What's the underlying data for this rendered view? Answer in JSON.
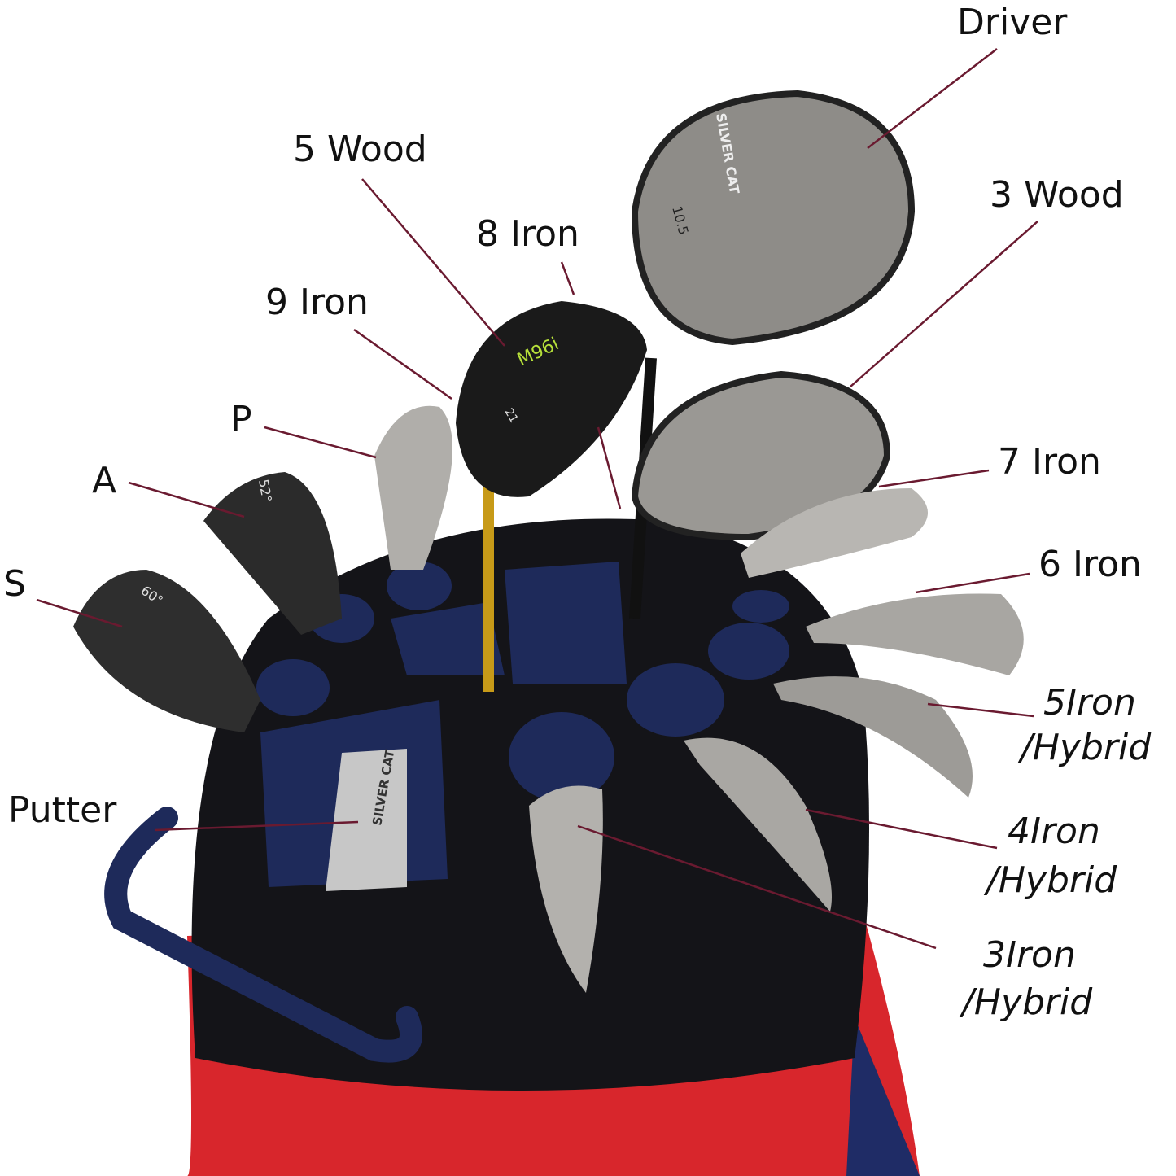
{
  "labels": {
    "driver": "Driver",
    "wood5": "5 Wood",
    "iron8": "8 Iron",
    "wood3": "3 Wood",
    "iron9": "9 Iron",
    "p": "P",
    "iron7": "7 Iron",
    "a": "A",
    "iron6": "6 Iron",
    "s": "S",
    "iron5_line1": "5Iron",
    "iron5_line2": "/Hybrid",
    "putter": "Putter",
    "iron4_line1": "4Iron",
    "iron4_line2": "/Hybrid",
    "iron3_line1": "3Iron",
    "iron3_line2": "/Hybrid"
  },
  "club_markings": {
    "driver_loft": "10.5",
    "driver_brand": "SILVER CAT",
    "wood5_model": "M96i",
    "wood5_loft": "21",
    "putter_brand": "SILVER CAT",
    "wedge_s_loft": "60°",
    "wedge_a_loft": "52°"
  },
  "colors": {
    "leader_line": "#6a1a30",
    "bag_red": "#d8262c",
    "bag_top": "#141418",
    "bag_liner": "#1e2a5a"
  }
}
